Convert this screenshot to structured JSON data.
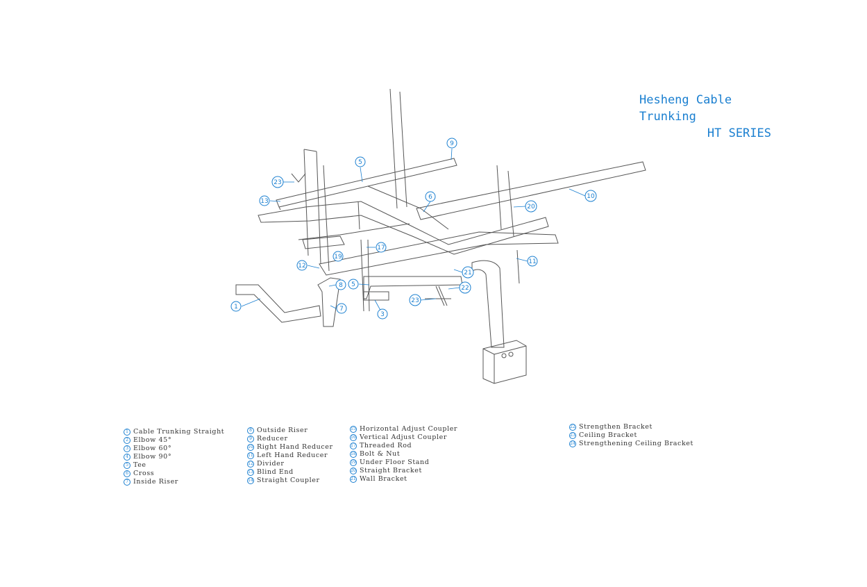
{
  "title": {
    "line1": "Hesheng Cable Trunking",
    "line2": "HT SERIES",
    "color": "#1a7fd0"
  },
  "callouts": [
    "1",
    "3",
    "5",
    "5",
    "6",
    "7",
    "8",
    "9",
    "10",
    "11",
    "12",
    "13",
    "17",
    "19",
    "20",
    "21",
    "22",
    "23",
    "23"
  ],
  "legend": {
    "columns": [
      [
        {
          "num": "1",
          "label": "Cable Trunking Straight"
        },
        {
          "num": "2",
          "label": "Elbow 45°"
        },
        {
          "num": "3",
          "label": "Elbow 60°"
        },
        {
          "num": "4",
          "label": "Elbow 90°"
        },
        {
          "num": "5",
          "label": "Tee"
        },
        {
          "num": "6",
          "label": "Cross"
        },
        {
          "num": "7",
          "label": "Inside Riser"
        }
      ],
      [
        {
          "num": "8",
          "label": "Outside Riser"
        },
        {
          "num": "9",
          "label": "Reducer"
        },
        {
          "num": "10",
          "label": "Right Hand Reducer"
        },
        {
          "num": "11",
          "label": "Left Hand Reducer"
        },
        {
          "num": "12",
          "label": "Divider"
        },
        {
          "num": "13",
          "label": "Blind End"
        },
        {
          "num": "14",
          "label": "Straight Coupler"
        }
      ],
      [
        {
          "num": "15",
          "label": "Horizontal Adjust Coupler"
        },
        {
          "num": "16",
          "label": "Vertical Adjust Coupler"
        },
        {
          "num": "17",
          "label": "Threaded Rod"
        },
        {
          "num": "18",
          "label": "Bolt & Nut"
        },
        {
          "num": "19",
          "label": "Under Floor Stand"
        },
        {
          "num": "20",
          "label": "Straight Bracket"
        },
        {
          "num": "21",
          "label": "Wall Bracket"
        }
      ],
      [
        {
          "num": "22",
          "label": "Strengthen Bracket"
        },
        {
          "num": "23",
          "label": "Ceiling Bracket"
        },
        {
          "num": "24",
          "label": "Strengthening Ceiling Bracket"
        }
      ]
    ]
  }
}
